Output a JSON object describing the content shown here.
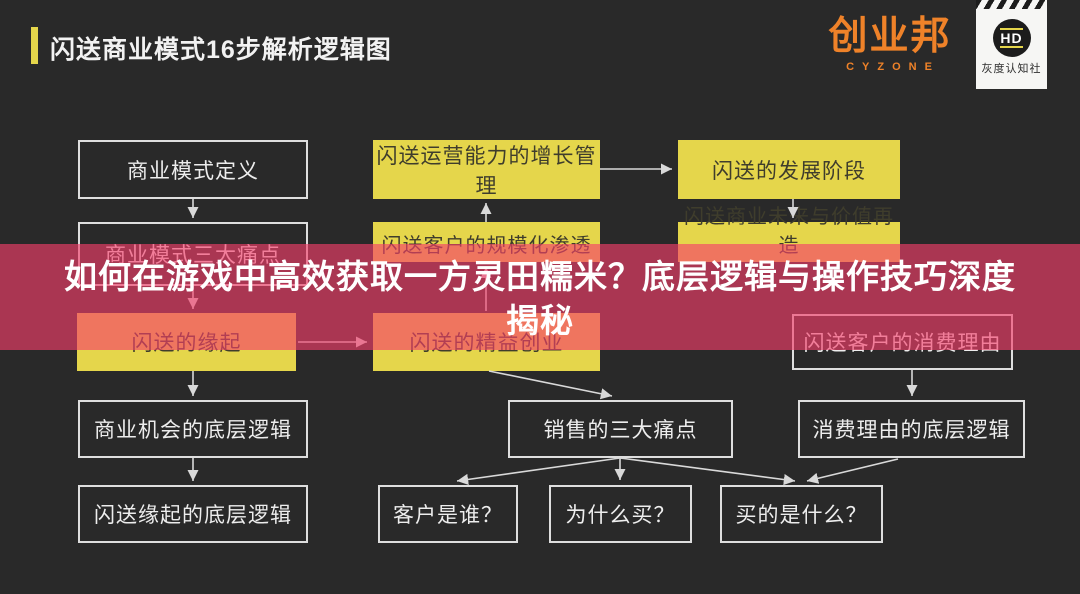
{
  "header": {
    "title": "闪送商业模式16步解析逻辑图"
  },
  "logos": {
    "cyzone": {
      "name_cn": "创业邦",
      "name_en": "CYZONE",
      "color": "#ef8229"
    },
    "huidu": {
      "monogram": "HD",
      "label": "灰度认知社"
    }
  },
  "banner": {
    "line1": "如何在游戏中高效获取一方灵田糯米？底层逻辑与操作技巧深度",
    "line2": "揭秘",
    "overlay_color": "rgba(244,62,106,0.64)",
    "text_color": "#ffffff"
  },
  "colors": {
    "background": "#292929",
    "highlight_yellow": "#e5d64b",
    "box_border": "#dedede",
    "box_text": "#ededed",
    "yellow_box_text": "#3f3d2c",
    "arrow": "#d9d9d9"
  },
  "diagram": {
    "boxes": [
      {
        "id": "biz-model-definition",
        "label": "商业模式定义",
        "style": "outline"
      },
      {
        "id": "biz-model-three-pains",
        "label": "商业模式三大痛点",
        "style": "outline"
      },
      {
        "id": "shansong-origin",
        "label": "闪送的缘起",
        "style": "yellow"
      },
      {
        "id": "biz-opportunity-logic",
        "label": "商业机会的底层逻辑",
        "style": "outline"
      },
      {
        "id": "origin-underlying-logic",
        "label": "闪送缘起的底层逻辑",
        "style": "outline"
      },
      {
        "id": "ops-growth-management",
        "label": "闪送运营能力的增长管理",
        "style": "yellow"
      },
      {
        "id": "customer-scale-penetration",
        "label": "闪送客户的规模化渗透",
        "style": "yellow"
      },
      {
        "id": "lean-startup",
        "label": "闪送的精益创业",
        "style": "yellow"
      },
      {
        "id": "sales-three-pains",
        "label": "销售的三大痛点",
        "style": "outline"
      },
      {
        "id": "who-is-customer",
        "label": "客户是谁？",
        "style": "outline"
      },
      {
        "id": "why-buy",
        "label": "为什么买？",
        "style": "outline"
      },
      {
        "id": "what-is-bought",
        "label": "买的是什么？",
        "style": "outline"
      },
      {
        "id": "development-stages",
        "label": "闪送的发展阶段",
        "style": "yellow"
      },
      {
        "id": "future-value-recreation",
        "label": "闪送商业未来与价值再造",
        "style": "yellow"
      },
      {
        "id": "customer-consume-reason",
        "label": "闪送客户的消费理由",
        "style": "outline"
      },
      {
        "id": "consume-reason-logic",
        "label": "消费理由的底层逻辑",
        "style": "outline"
      }
    ]
  }
}
